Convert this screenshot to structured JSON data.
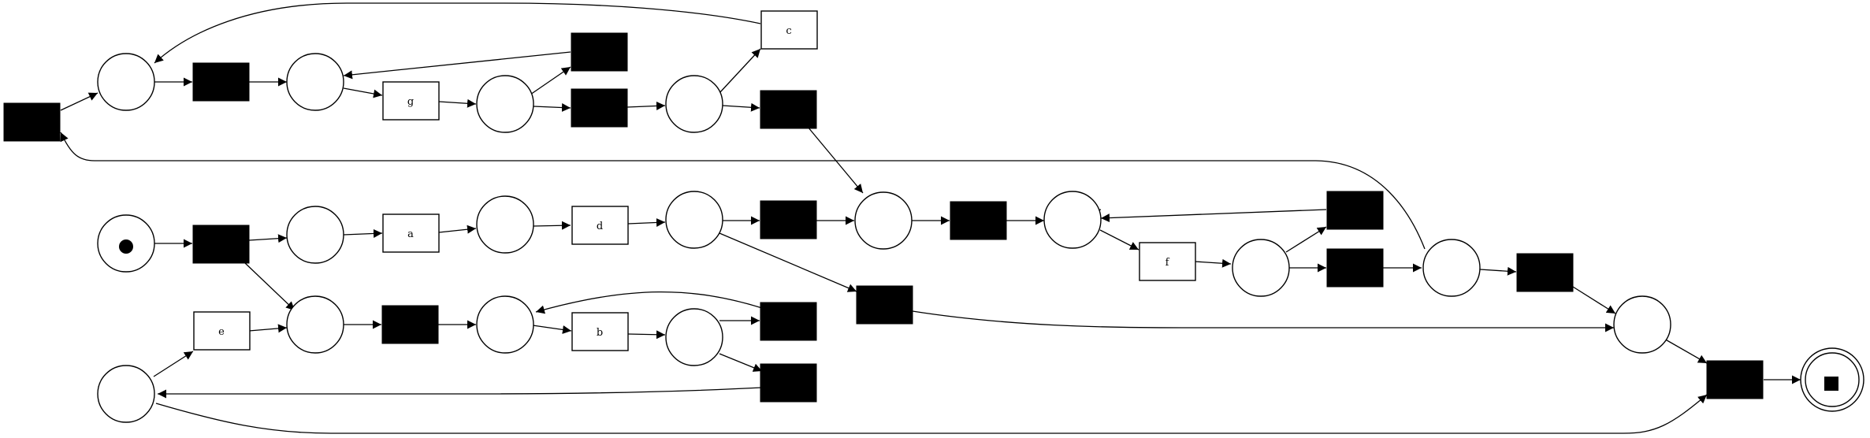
{
  "diagram": {
    "type": "petri-net",
    "labels": {
      "a": "a",
      "b": "b",
      "c": "c",
      "d": "d",
      "e": "e",
      "f": "f",
      "g": "g"
    },
    "markings": {
      "initial": "token",
      "final": "final-marker"
    },
    "colors": {
      "stroke": "#000000",
      "silent_fill": "#000000",
      "background": "#ffffff"
    }
  }
}
